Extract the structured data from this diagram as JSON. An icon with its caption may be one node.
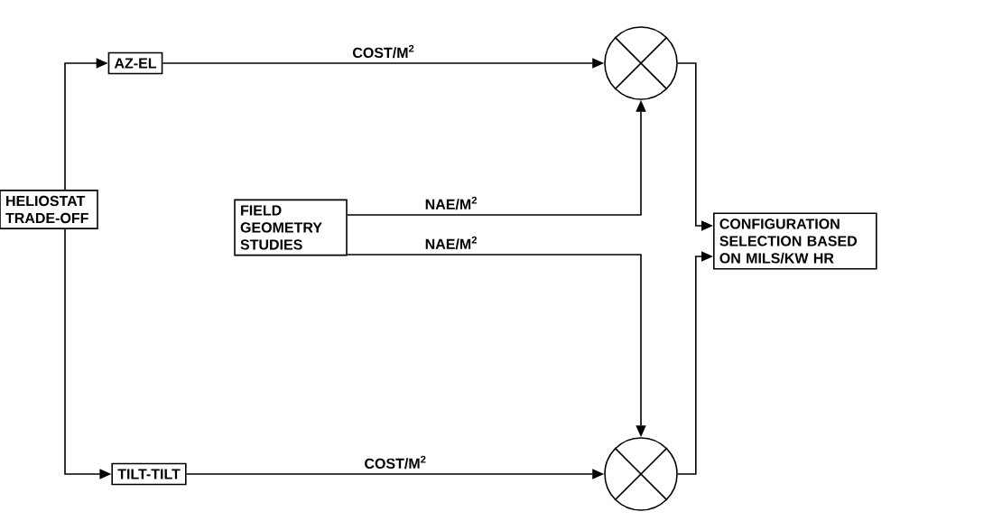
{
  "diagram": {
    "nodes": [
      {
        "text": [
          "HELIOSTAT TRADE-OFF"
        ]
      },
      {
        "text": [
          "AZ-EL"
        ]
      },
      {
        "text": [
          "TILT-TILT"
        ]
      },
      {
        "text": [
          "FIELD GEOMETRY STUDIES"
        ]
      },
      {
        "text": [],
        "shape": "circle"
      },
      {
        "text": [],
        "shape": "circle"
      },
      {
        "text": [
          "CONFIGURATION SELECTION BASED ON MILS/KW HR"
        ]
      }
    ],
    "edges": [
      {
        "from": 0,
        "to": 1,
        "arrow": "to"
      },
      {
        "from": 0,
        "to": 2,
        "arrow": "to"
      },
      {
        "from": 1,
        "to": 4,
        "arrow": "to",
        "label": "COST/M$^{2}$"
      },
      {
        "from": 3,
        "to": 4,
        "arrow": "to",
        "label": "NAE/M$^{2}$"
      },
      {
        "from": 3,
        "to": 5,
        "arrow": "to",
        "label": "NAE/M$^{2}$"
      },
      {
        "from": 2,
        "to": 5,
        "arrow": "to",
        "label": "COST/M$^{2}$"
      },
      {
        "from": 4,
        "to": 6,
        "arrow": "to"
      },
      {
        "from": 5,
        "to": 6,
        "arrow": "to"
      }
    ]
  }
}
